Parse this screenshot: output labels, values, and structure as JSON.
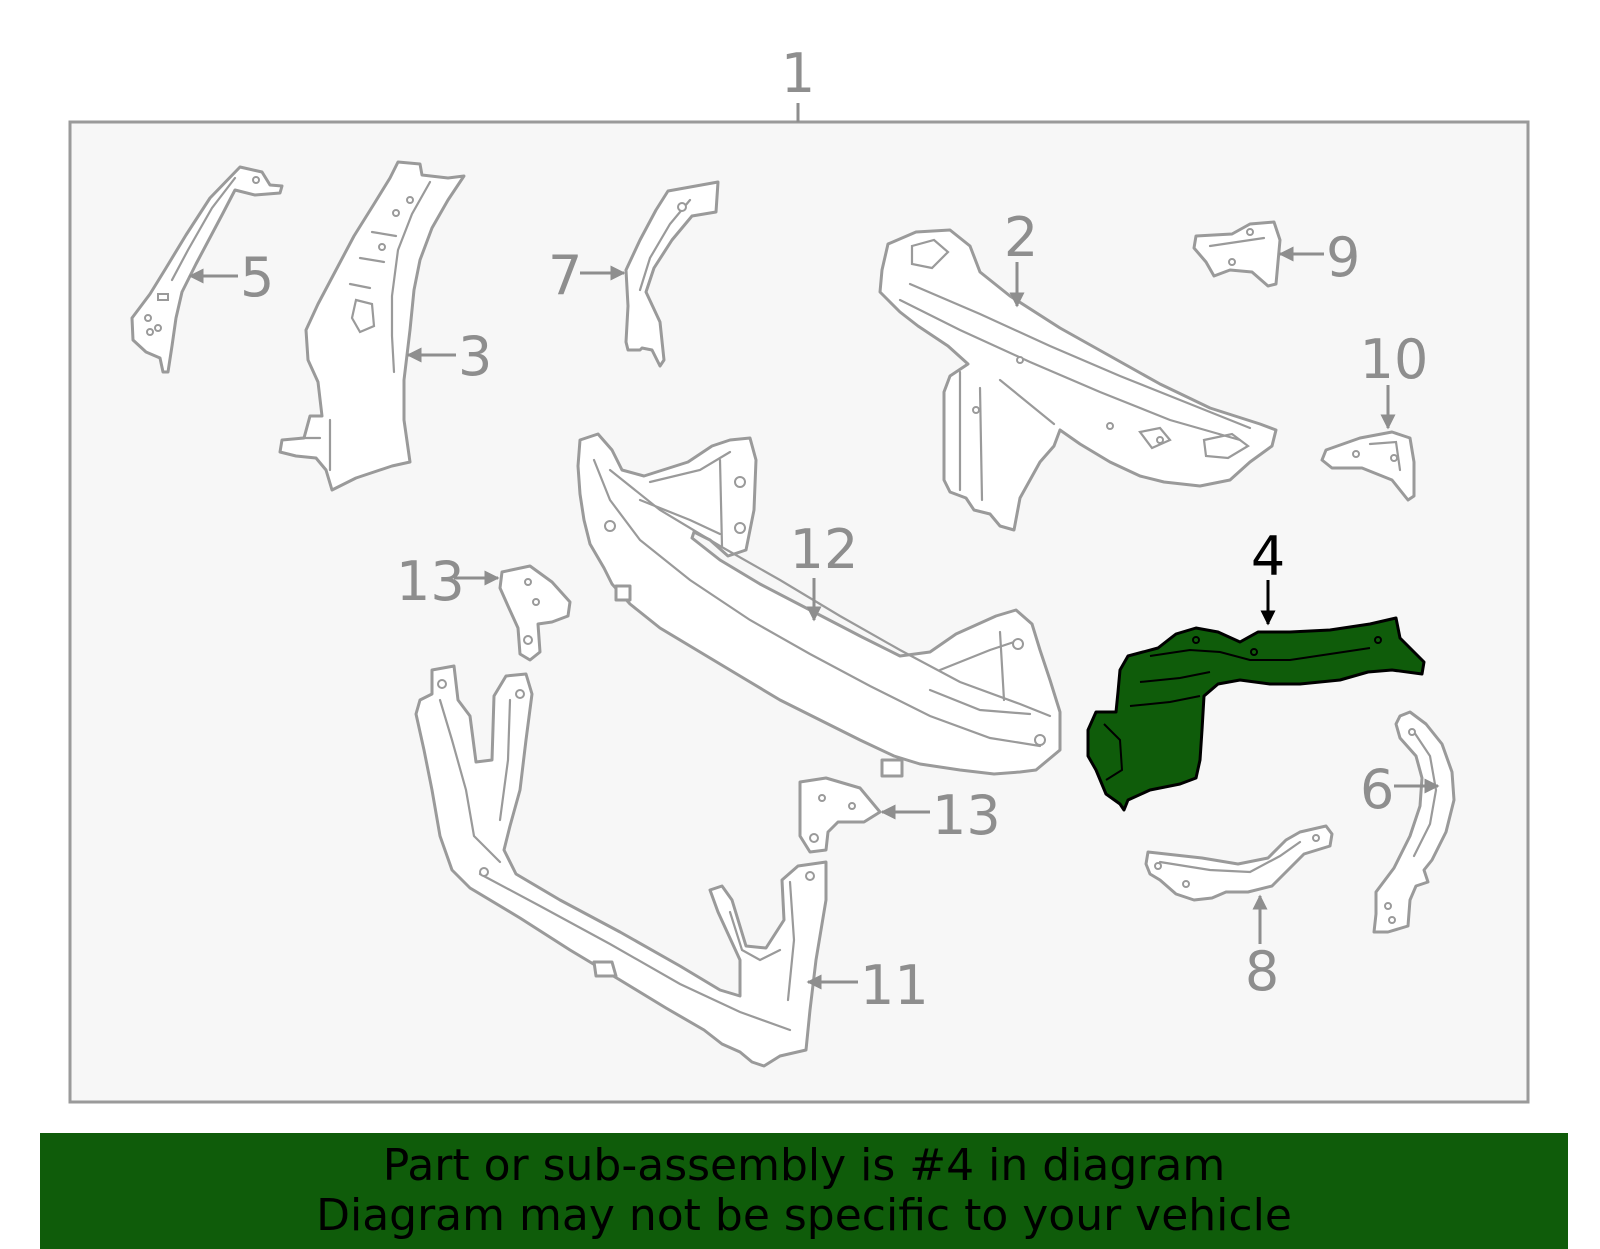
{
  "diagram": {
    "highlighted_part": "4",
    "callouts": {
      "c1": "1",
      "c2": "2",
      "c3": "3",
      "c4": "4",
      "c5": "5",
      "c6": "6",
      "c7": "7",
      "c8": "8",
      "c9": "9",
      "c10": "10",
      "c11": "11",
      "c12": "12",
      "c13a": "13",
      "c13b": "13"
    },
    "colors": {
      "highlight": "#0f5c0a",
      "line": "#9a9a9a",
      "frame_fill": "#f7f7f7"
    }
  },
  "banner": {
    "line1": "Part or sub-assembly is #4 in diagram",
    "line2": "Diagram may not be specific to your vehicle"
  }
}
